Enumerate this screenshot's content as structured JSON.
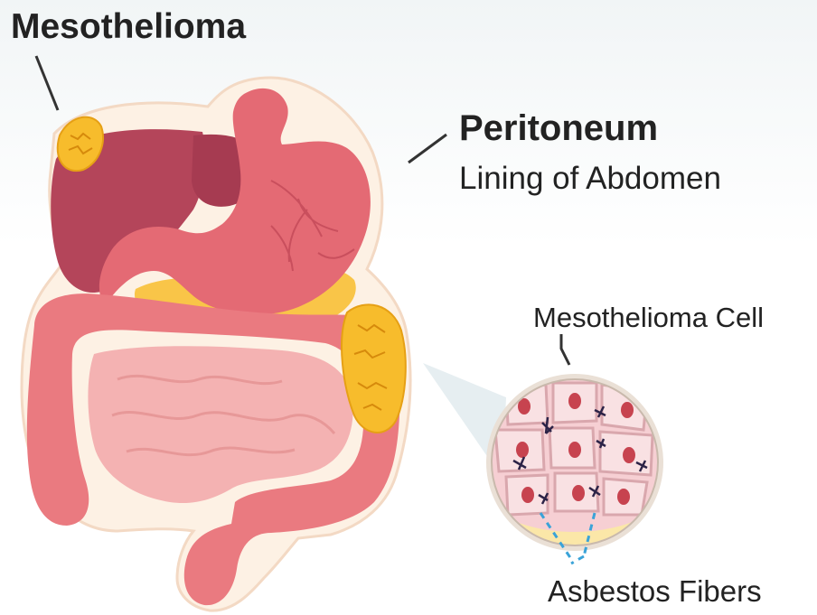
{
  "title": "Mesothelioma",
  "peritoneum": {
    "title": "Peritoneum",
    "subtitle": "Lining of Abdomen"
  },
  "cell_label": "Mesothelioma Cell",
  "fibers_label": "Asbestos Fibers",
  "colors": {
    "liver": "#b4455a",
    "stomach": "#e46a74",
    "intestine": "#f08a8c",
    "small_intestine": "#f4b2b2",
    "tumor": "#f7bc2c",
    "fat": "#f9c548",
    "outline": "#fdf1e4",
    "cell": "#f6cfd3",
    "fiber": "#3aa3d8"
  }
}
